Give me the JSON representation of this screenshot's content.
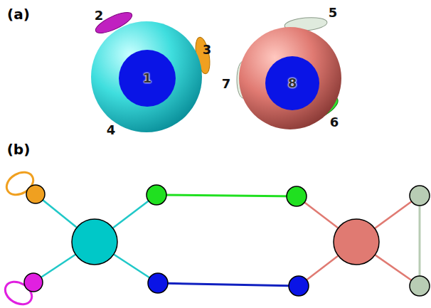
{
  "diagram": {
    "labels": [
      "(a)",
      "2",
      "3",
      "1",
      "4",
      "5",
      "7",
      "8",
      "6",
      "(b)"
    ]
  }
}
